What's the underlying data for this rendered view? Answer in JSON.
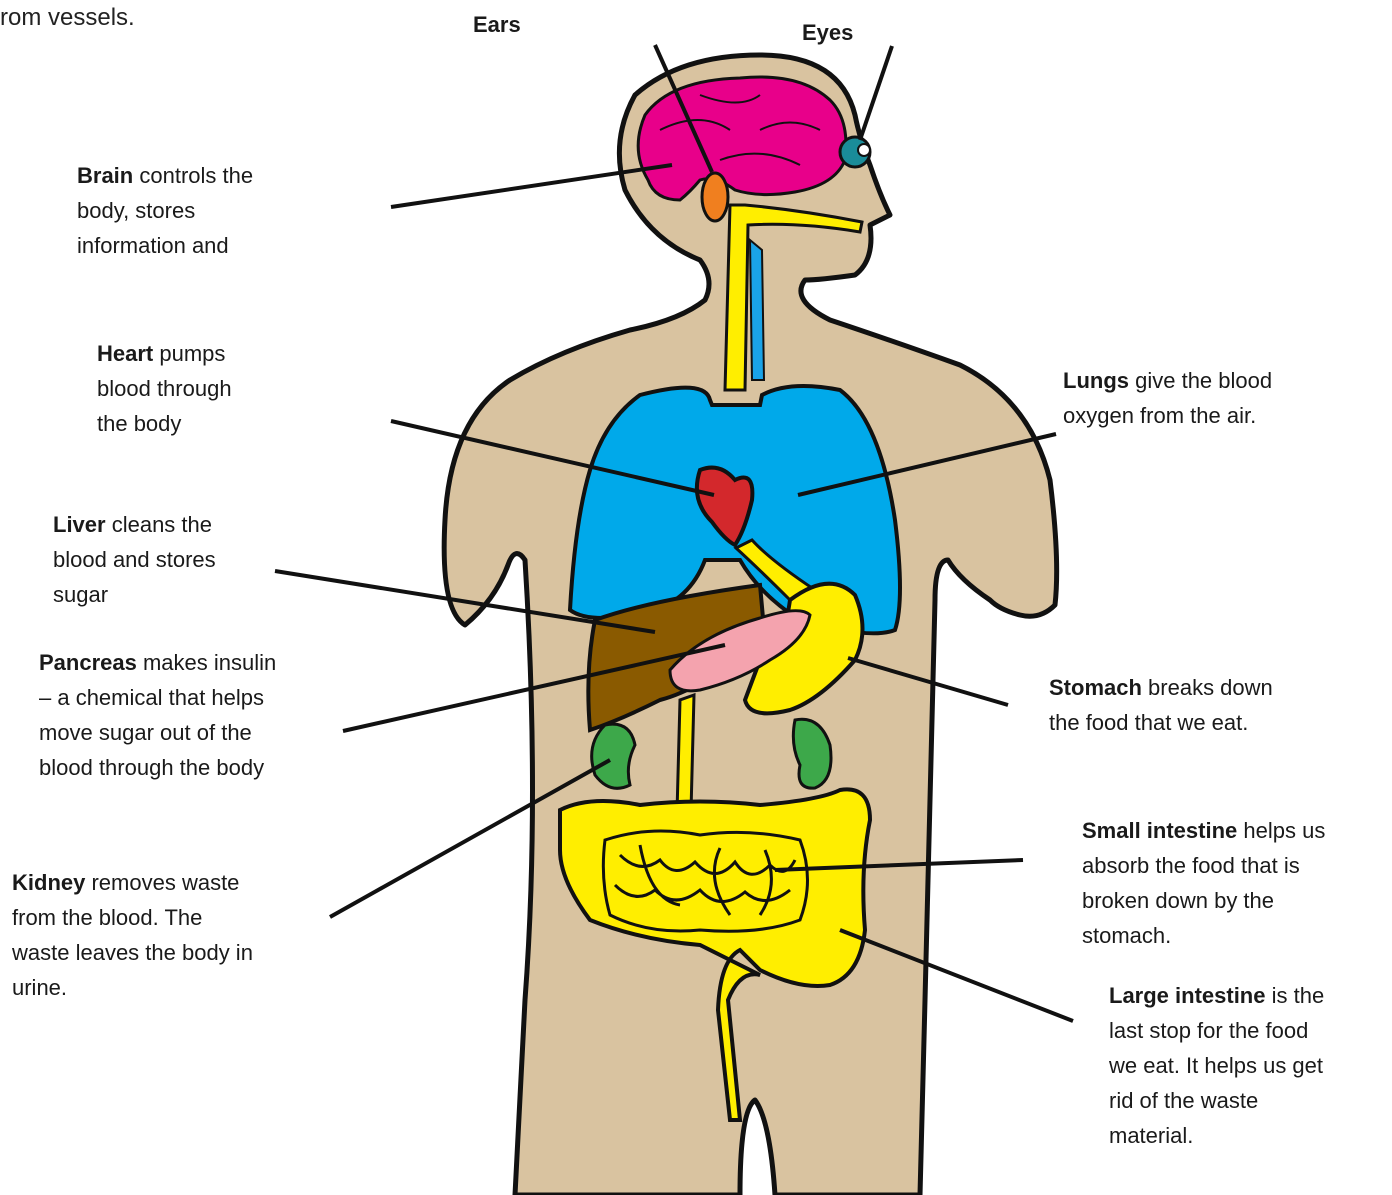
{
  "colors": {
    "skin": "#D9C3A0",
    "brain": "#E8008A",
    "ear": "#F07F1F",
    "eye": "#1A8C99",
    "airway_yellow": "#FFEE00",
    "airway_blue": "#1AA3E8",
    "lungs": "#00A9EA",
    "heart": "#D3282C",
    "liver": "#8A5A00",
    "pancreas": "#F4A3AE",
    "stomach": "#FFEE00",
    "kidney": "#3DA84A",
    "intestine": "#FFEE00",
    "outline": "#111111"
  },
  "fragment_text": "rom vessels.",
  "top_labels": {
    "ears": "Ears",
    "eyes": "Eyes"
  },
  "labels": {
    "brain": {
      "name": "Brain",
      "lines": [
        " controls the",
        "body, stores",
        "information and"
      ]
    },
    "heart": {
      "name": "Heart",
      "lines": [
        " pumps",
        "blood through",
        "the body"
      ]
    },
    "liver": {
      "name": "Liver",
      "lines": [
        " cleans the",
        "blood and stores",
        "sugar"
      ]
    },
    "pancreas": {
      "name": "Pancreas",
      "lines": [
        " makes insulin",
        "– a chemical that helps",
        "move sugar out of the",
        "blood through the body"
      ]
    },
    "kidney": {
      "name": "Kidney",
      "lines": [
        " removes waste",
        "from the blood. The",
        "waste leaves the body in",
        "urine."
      ]
    },
    "lungs": {
      "name": "Lungs",
      "lines": [
        " give the blood",
        "oxygen from the air."
      ]
    },
    "stomach": {
      "name": "Stomach",
      "lines": [
        " breaks down",
        "the food that we eat."
      ]
    },
    "small_intestine": {
      "name": "Small intestine",
      "lines": [
        " helps us",
        "absorb the food that is",
        "broken down by the",
        "stomach."
      ]
    },
    "large_intestine": {
      "name": "Large intestine",
      "lines": [
        " is the",
        "last stop for the food",
        "we eat.  It helps us get",
        "rid of the waste",
        "material."
      ]
    }
  }
}
